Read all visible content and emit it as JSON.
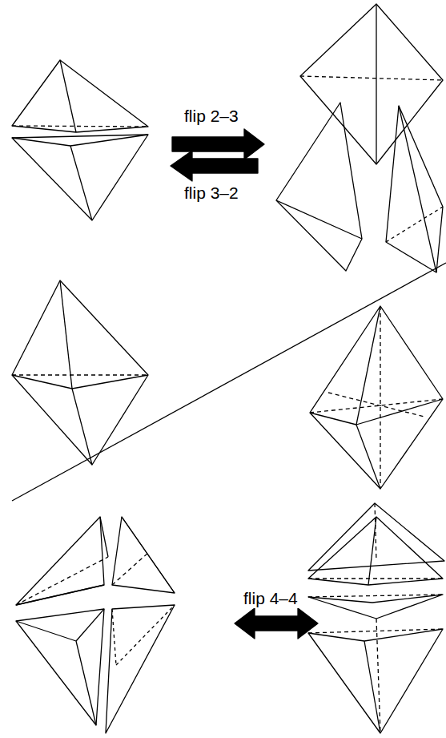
{
  "diagram": {
    "labels": [
      "flip 2–3",
      "flip 3–2",
      "flip 4–4"
    ]
  }
}
